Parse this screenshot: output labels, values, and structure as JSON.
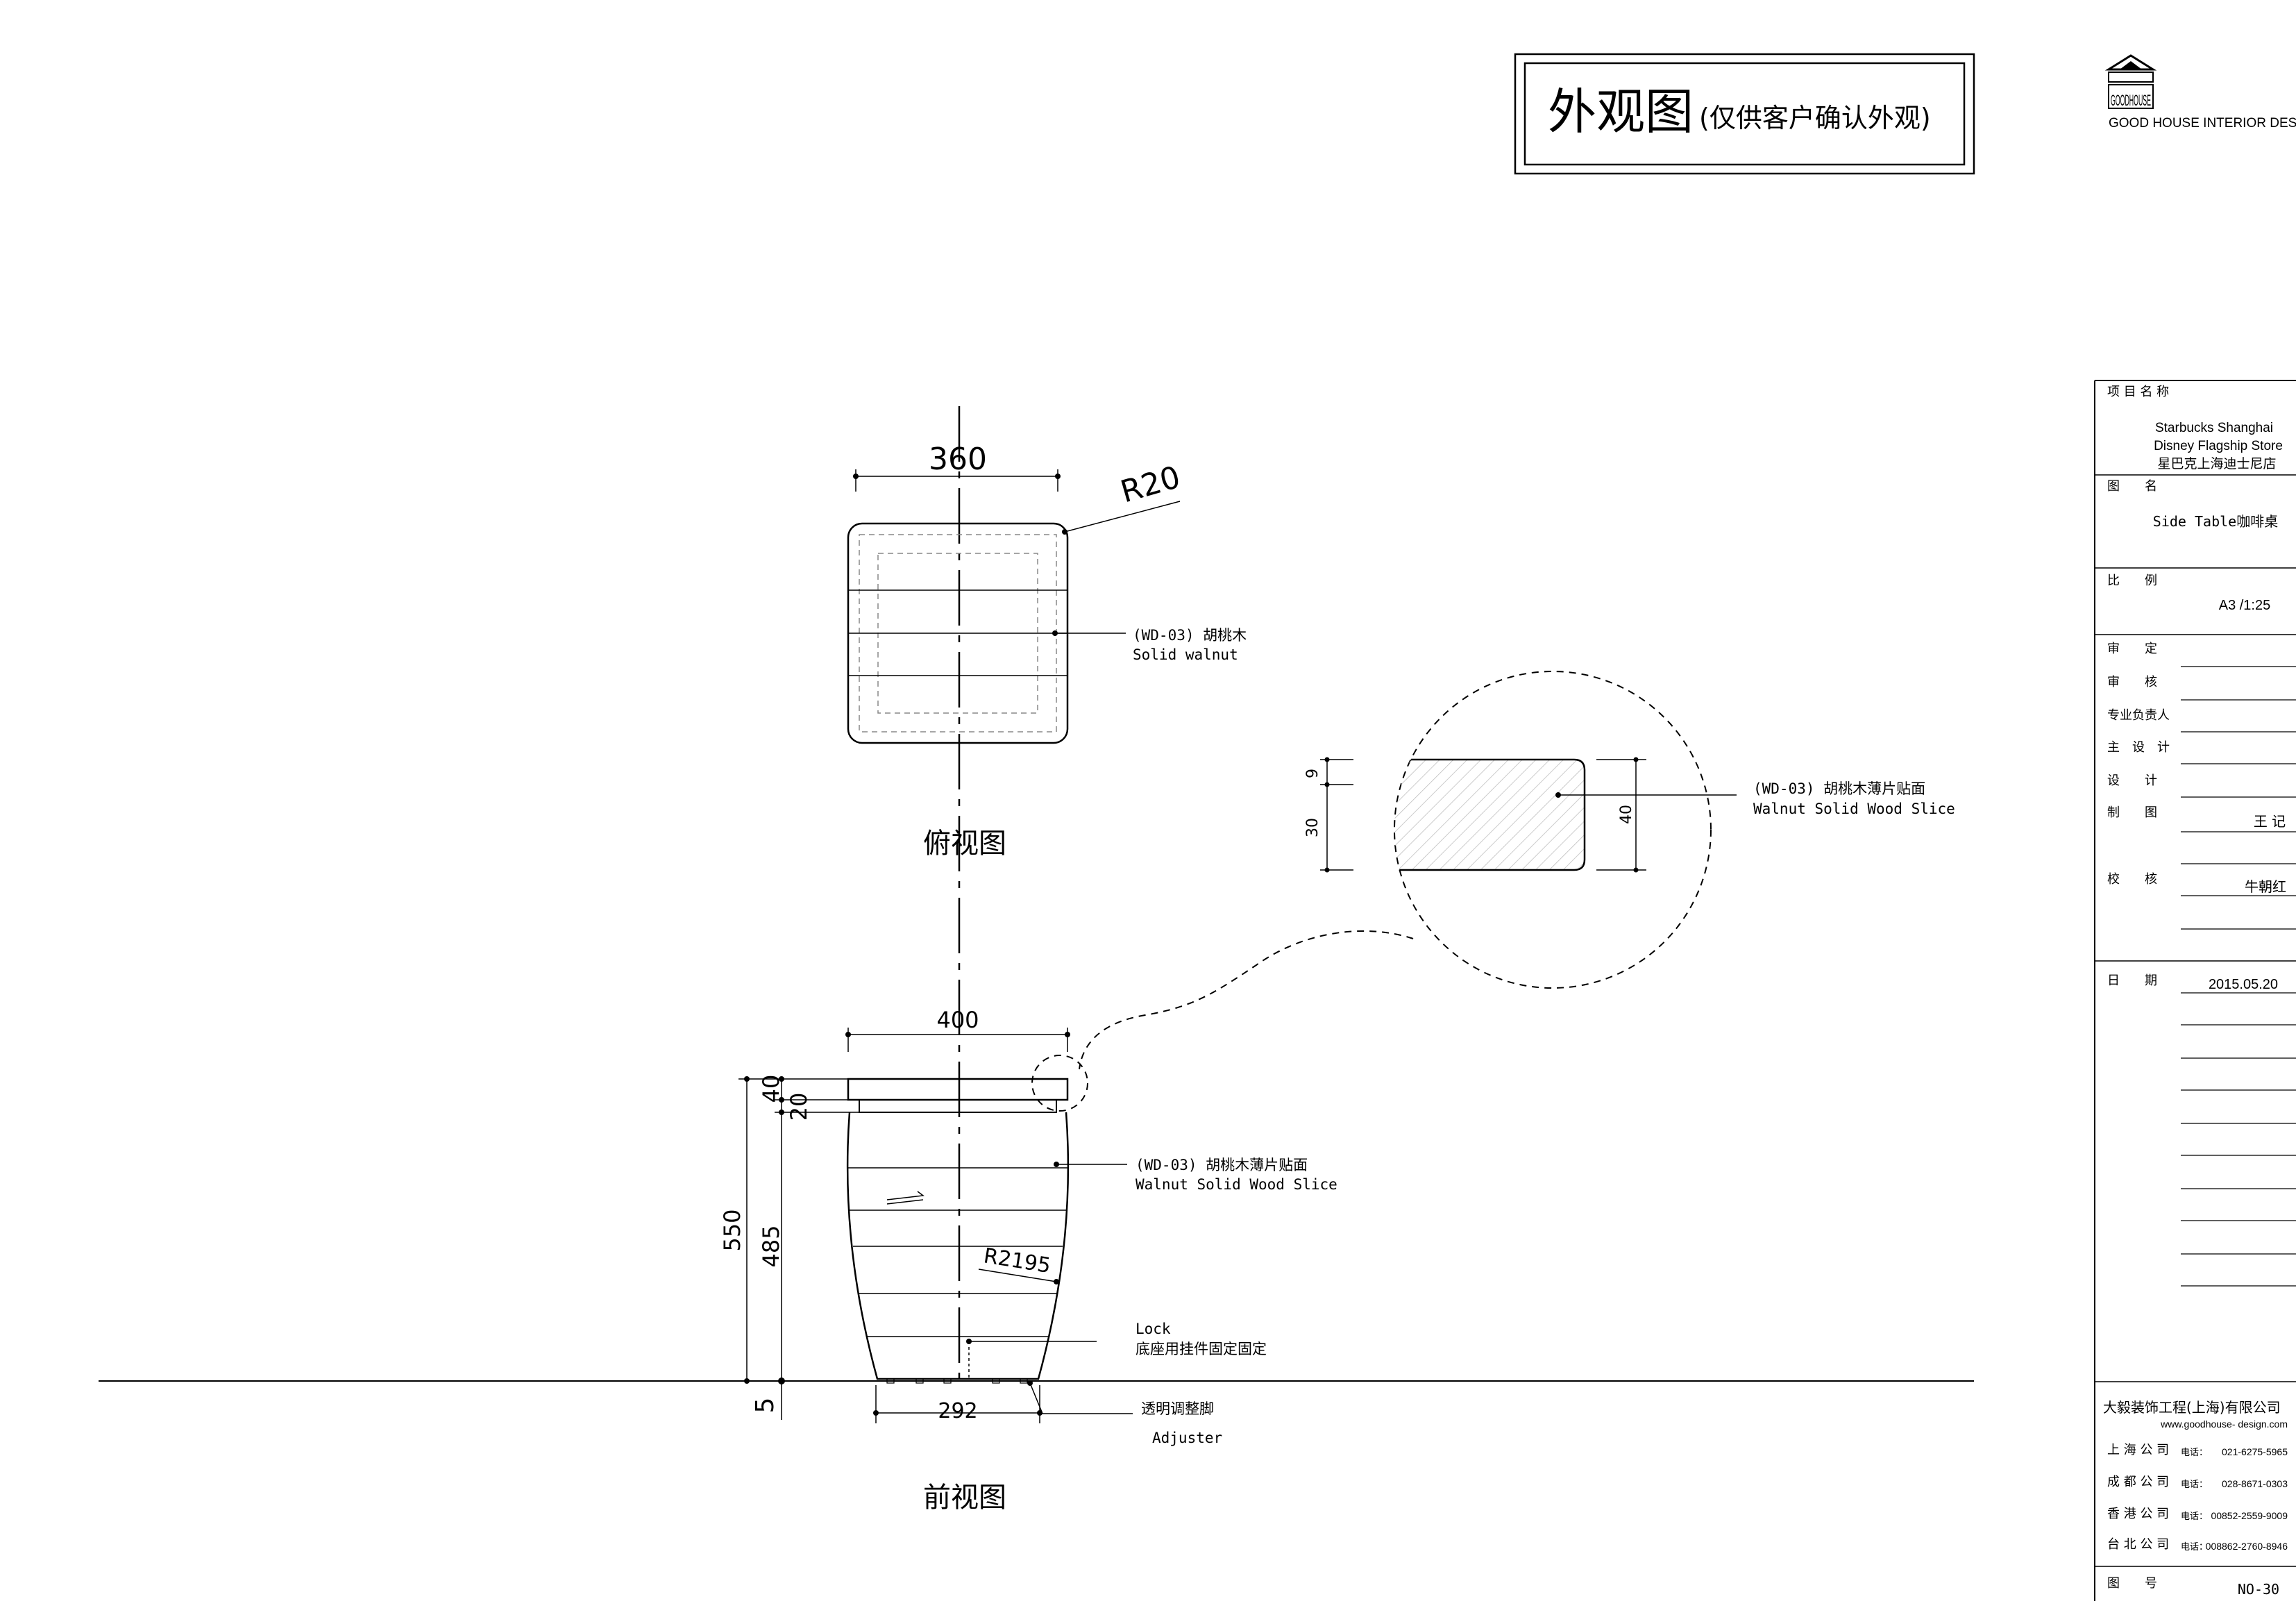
{
  "title_box": {
    "main": "外观图",
    "sub": "(仅供客户确认外观)"
  },
  "logo": {
    "mark_text": "GOODHOUSE",
    "caption": "GOOD HOUSE INTERIOR DESIGN"
  },
  "top_view": {
    "dim_width": "360",
    "dim_radius": "R20",
    "callout_code": "(WD-03) 胡桃木",
    "callout_en": "Solid walnut",
    "view_label": "俯视图"
  },
  "detail": {
    "dim_top": "9",
    "dim_side": "30",
    "dim_thickness": "40",
    "callout_code": "(WD-03) 胡桃木薄片贴面",
    "callout_en": "Walnut Solid Wood Slice"
  },
  "front_view": {
    "dim_top_width": "400",
    "dim_top_thick": "40",
    "dim_gap": "20",
    "dim_total_h": "550",
    "dim_body_h": "485",
    "dim_radius": "R2195",
    "dim_base": "5",
    "dim_bottom_width": "292",
    "callout_code": "(WD-03) 胡桃木薄片贴面",
    "callout_en": "Walnut Solid Wood Slice",
    "lock_en": "Lock",
    "lock_cn": "底座用挂件固定固定",
    "adjuster_cn": "透明调整脚",
    "adjuster_en": "Adjuster",
    "view_label": "前视图"
  },
  "title_block": {
    "project_label": "项 目 名 称",
    "project_en_1": "Starbucks Shanghai",
    "project_en_2": "Disney Flagship Store",
    "project_cn": "星巴克上海迪士尼店",
    "drawing_label": "图　　名",
    "drawing_name": "Side Table咖啡桌",
    "scale_label": "比　　例",
    "scale_value": "A3 /1:25",
    "approve_label": "审　　定",
    "review_label": "审　　核",
    "lead_label": "专业负责人",
    "chief_label": "主　设　计",
    "design_label": "设　　计",
    "draft_label": "制　　图",
    "draft_value": "王 记",
    "check_label": "校　　核",
    "check_value": "牛朝红",
    "date_label": "日　　期",
    "date_value": "2015.05.20",
    "company": "大毅装饰工程(上海)有限公司",
    "website": "www.goodhouse- design.com",
    "offices": [
      {
        "name": "上 海 公 司",
        "tel_label": "电话：",
        "tel": "021-6275-5965"
      },
      {
        "name": "成 都 公 司",
        "tel_label": "电话：",
        "tel": "028-8671-0303"
      },
      {
        "name": "香 港 公 司",
        "tel_label": "电话：",
        "tel": "00852-2559-9009"
      },
      {
        "name": "台 北 公 司",
        "tel_label": "电话：",
        "tel": "008862-2760-8946"
      }
    ],
    "number_label": "图　　号",
    "number_value": "NO-30"
  }
}
